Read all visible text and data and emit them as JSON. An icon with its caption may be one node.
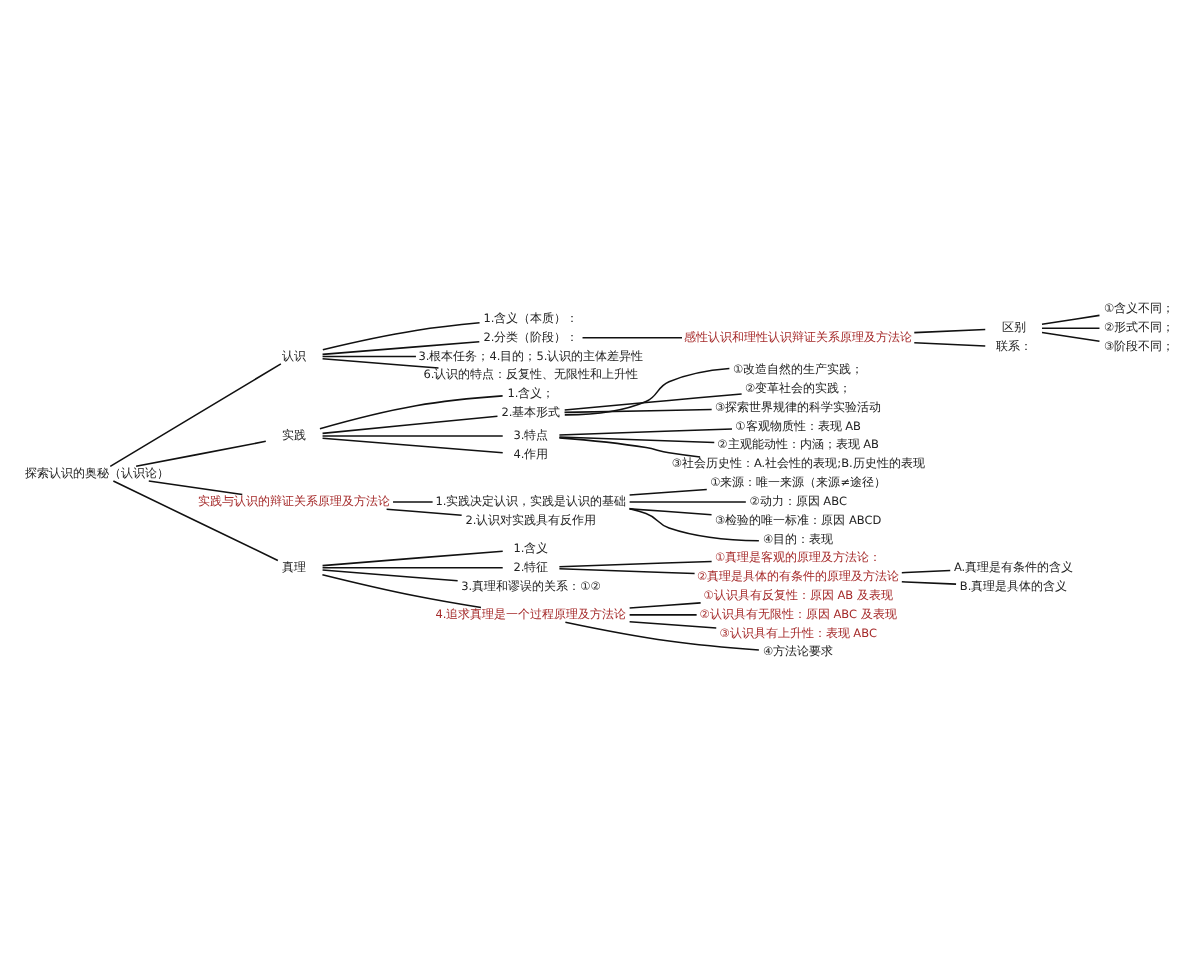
{
  "diagram": {
    "nodes": [
      {
        "text": [
          "探索认识的奥秘（认识论）"
        ]
      },
      {
        "text": [
          "认识"
        ]
      },
      {
        "text": [
          "1.含义（本质）："
        ]
      },
      {
        "text": [
          "2.分类（阶段）："
        ]
      },
      {
        "text": [
          "感性认识和理性认识辩证关系原理及方法论"
        ]
      },
      {
        "text": [
          "区别"
        ]
      },
      {
        "text": [
          "①含义不同；"
        ]
      },
      {
        "text": [
          "②形式不同；"
        ]
      },
      {
        "text": [
          "③阶段不同；"
        ]
      },
      {
        "text": [
          "联系："
        ]
      },
      {
        "text": [
          "3.根本任务；4.目的；5.认识的主体差异性"
        ]
      },
      {
        "text": [
          "6.认识的特点：反复性、无限性和上升性"
        ]
      },
      {
        "text": [
          "实践"
        ]
      },
      {
        "text": [
          "1.含义；"
        ]
      },
      {
        "text": [
          "2.基本形式"
        ]
      },
      {
        "text": [
          "①改造自然的生产实践；"
        ]
      },
      {
        "text": [
          "②变革社会的实践；"
        ]
      },
      {
        "text": [
          "③探索世界规律的科学实验活动"
        ]
      },
      {
        "text": [
          "3.特点"
        ]
      },
      {
        "text": [
          "4.作用"
        ]
      },
      {
        "text": [
          "①客观物质性：表现 AB"
        ]
      },
      {
        "text": [
          "②主观能动性：内涵；表现 AB"
        ]
      },
      {
        "text": [
          "③社会历史性：A.社会性的表现;B.历史性的表现"
        ]
      },
      {
        "text": [
          "实践与认识的辩证关系原理及方法论"
        ]
      },
      {
        "text": [
          "1.实践决定认识，实践是认识的基础"
        ]
      },
      {
        "text": [
          "2.认识对实践具有反作用"
        ]
      },
      {
        "text": [
          "①来源：唯一来源（来源≠途径）"
        ]
      },
      {
        "text": [
          "②动力：原因 ABC"
        ]
      },
      {
        "text": [
          "③检验的唯一标准：原因 ABCD"
        ]
      },
      {
        "text": [
          "④目的：表现"
        ]
      },
      {
        "text": [
          "真理"
        ]
      },
      {
        "text": [
          "1.含义"
        ]
      },
      {
        "text": [
          "2.特征"
        ]
      },
      {
        "text": [
          "①真理是客观的原理及方法论："
        ]
      },
      {
        "text": [
          "②真理是具体的有条件的原理及方法论"
        ]
      },
      {
        "text": [
          "A.真理是有条件的含义"
        ]
      },
      {
        "text": [
          "B.真理是具体的含义"
        ]
      },
      {
        "text": [
          "3.真理和谬误的关系：①②"
        ]
      },
      {
        "text": [
          "4.追求真理是一个过程原理及方法论"
        ]
      },
      {
        "text": [
          "①认识具有反复性：原因 AB 及表现"
        ]
      },
      {
        "text": [
          "②认识具有无限性：原因 ABC 及表现"
        ]
      },
      {
        "text": [
          "③认识具有上升性：表现 ABC"
        ]
      },
      {
        "text": [
          "④方法论要求"
        ]
      }
    ],
    "edges": [
      {
        "from": 0,
        "to": 1,
        "arrow": "none"
      },
      {
        "from": 0,
        "to": 12,
        "arrow": "none"
      },
      {
        "from": 0,
        "to": 23,
        "arrow": "none"
      },
      {
        "from": 0,
        "to": 30,
        "arrow": "none"
      },
      {
        "from": 1,
        "to": 2,
        "arrow": "none"
      },
      {
        "from": 1,
        "to": 3,
        "arrow": "none"
      },
      {
        "from": 1,
        "to": 10,
        "arrow": "none"
      },
      {
        "from": 1,
        "to": 11,
        "arrow": "none"
      },
      {
        "from": 3,
        "to": 4,
        "arrow": "none"
      },
      {
        "from": 4,
        "to": 5,
        "arrow": "none"
      },
      {
        "from": 4,
        "to": 9,
        "arrow": "none"
      },
      {
        "from": 5,
        "to": 6,
        "arrow": "none"
      },
      {
        "from": 5,
        "to": 7,
        "arrow": "none"
      },
      {
        "from": 5,
        "to": 8,
        "arrow": "none"
      },
      {
        "from": 12,
        "to": 13,
        "arrow": "none"
      },
      {
        "from": 12,
        "to": 14,
        "arrow": "none"
      },
      {
        "from": 12,
        "to": 18,
        "arrow": "none"
      },
      {
        "from": 12,
        "to": 19,
        "arrow": "none"
      },
      {
        "from": 14,
        "to": 15,
        "arrow": "none"
      },
      {
        "from": 14,
        "to": 16,
        "arrow": "none"
      },
      {
        "from": 14,
        "to": 17,
        "arrow": "none"
      },
      {
        "from": 18,
        "to": 20,
        "arrow": "none"
      },
      {
        "from": 18,
        "to": 21,
        "arrow": "none"
      },
      {
        "from": 18,
        "to": 22,
        "arrow": "none"
      },
      {
        "from": 23,
        "to": 24,
        "arrow": "none"
      },
      {
        "from": 23,
        "to": 25,
        "arrow": "none"
      },
      {
        "from": 24,
        "to": 26,
        "arrow": "none"
      },
      {
        "from": 24,
        "to": 27,
        "arrow": "none"
      },
      {
        "from": 24,
        "to": 28,
        "arrow": "none"
      },
      {
        "from": 24,
        "to": 29,
        "arrow": "none"
      },
      {
        "from": 30,
        "to": 31,
        "arrow": "none"
      },
      {
        "from": 30,
        "to": 32,
        "arrow": "none"
      },
      {
        "from": 30,
        "to": 37,
        "arrow": "none"
      },
      {
        "from": 30,
        "to": 38,
        "arrow": "none"
      },
      {
        "from": 32,
        "to": 33,
        "arrow": "none"
      },
      {
        "from": 32,
        "to": 34,
        "arrow": "none"
      },
      {
        "from": 34,
        "to": 35,
        "arrow": "none"
      },
      {
        "from": 34,
        "to": 36,
        "arrow": "none"
      },
      {
        "from": 38,
        "to": 39,
        "arrow": "none"
      },
      {
        "from": 38,
        "to": 40,
        "arrow": "none"
      },
      {
        "from": 38,
        "to": 41,
        "arrow": "none"
      },
      {
        "from": 38,
        "to": 42,
        "arrow": "none"
      }
    ]
  }
}
